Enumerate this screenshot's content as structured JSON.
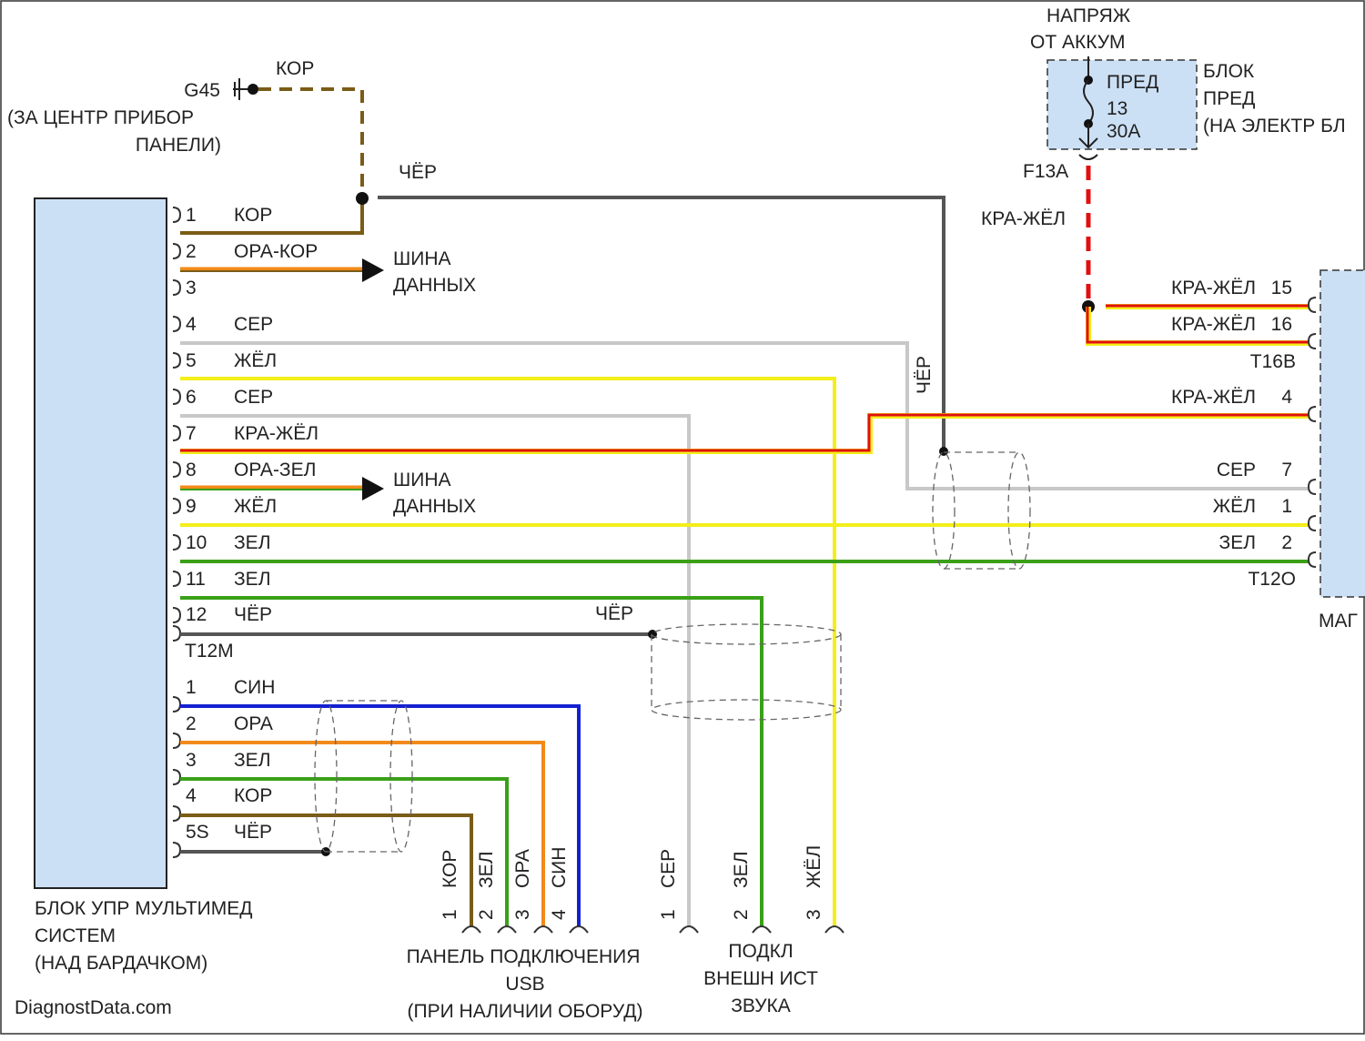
{
  "colors": {
    "module_fill": "#cce0f5",
    "kor": "#7a5c16",
    "ora": "#f28a1a",
    "sin": "#1420d0",
    "sil": "#9a9a9a",
    "sil_light": "#c8c8c8",
    "zel": "#3aa018",
    "yel": "#f4ee1a",
    "red": "#e01010",
    "cher": "#555555"
  },
  "ground": {
    "id": "G45",
    "wire": "КОР",
    "location": [
      "(ЗА ЦЕНТР ПРИБОР",
      "ПАНЕЛИ)"
    ]
  },
  "fuse": {
    "title": [
      "НАПРЯЖ",
      "ОТ АККУМ"
    ],
    "label": [
      "ПРЕД",
      "13",
      "30A"
    ],
    "block_title": [
      "БЛОК",
      "ПРЕД",
      "(НА ЭЛЕКТР БЛ"
    ],
    "terminal": "F13A",
    "wire": "КРА-ЖЁЛ"
  },
  "left_module": {
    "name": [
      "БЛОК УПР МУЛЬТИМЕД",
      "СИСТЕМ",
      "(НАД БАРДАЧКОМ)"
    ],
    "connector_a": "T12M",
    "pins_a": [
      {
        "pin": "1",
        "wire": "КОР"
      },
      {
        "pin": "2",
        "wire": "ОРА-КОР"
      },
      {
        "pin": "3",
        "wire": ""
      },
      {
        "pin": "4",
        "wire": "СЕР"
      },
      {
        "pin": "5",
        "wire": "ЖЁЛ"
      },
      {
        "pin": "6",
        "wire": "СЕР"
      },
      {
        "pin": "7",
        "wire": "КРА-ЖЁЛ"
      },
      {
        "pin": "8",
        "wire": "ОРА-ЗЕЛ"
      },
      {
        "pin": "9",
        "wire": "ЖЁЛ"
      },
      {
        "pin": "10",
        "wire": "ЗЕЛ"
      },
      {
        "pin": "11",
        "wire": "ЗЕЛ"
      },
      {
        "pin": "12",
        "wire": "ЧЁР"
      }
    ],
    "pins_b": [
      {
        "pin": "1",
        "wire": "СИН"
      },
      {
        "pin": "2",
        "wire": "ОРА"
      },
      {
        "pin": "3",
        "wire": "ЗЕЛ"
      },
      {
        "pin": "4",
        "wire": "КОР"
      },
      {
        "pin": "5S",
        "wire": "ЧЁР"
      }
    ]
  },
  "data_bus": "ШИНА ДАННЫХ",
  "shield_wire": "ЧЁР",
  "cher_vertical": "ЧЁР",
  "cher_12_label": "ЧЁР",
  "right_module": {
    "name": "МАГ",
    "connector_top": "T16B",
    "connector_bottom": "T12O",
    "pins": [
      {
        "wire": "КРА-ЖЁЛ",
        "pin": "15"
      },
      {
        "wire": "КРА-ЖЁЛ",
        "pin": "16"
      },
      {
        "wire": "КРА-ЖЁЛ",
        "pin": "4"
      },
      {
        "wire": "СЕР",
        "pin": "7"
      },
      {
        "wire": "ЖЁЛ",
        "pin": "1"
      },
      {
        "wire": "ЗЕЛ",
        "pin": "2"
      }
    ]
  },
  "usb_panel": {
    "name": [
      "ПАНЕЛЬ ПОДКЛЮЧЕНИЯ",
      "USB",
      "(ПРИ НАЛИЧИИ ОБОРУД)"
    ],
    "pins": [
      {
        "pin": "1",
        "wire": "КОР"
      },
      {
        "pin": "2",
        "wire": "ЗЕЛ"
      },
      {
        "pin": "3",
        "wire": "ОРА"
      },
      {
        "pin": "4",
        "wire": "СИН"
      }
    ]
  },
  "aux": {
    "name": [
      "ПОДКЛ",
      "ВНЕШН ИСТ",
      "ЗВУКА"
    ],
    "pins": [
      {
        "pin": "1",
        "wire": "СЕР"
      },
      {
        "pin": "2",
        "wire": "ЗЕЛ"
      },
      {
        "pin": "3",
        "wire": "ЖЁЛ"
      }
    ]
  },
  "watermark": "DiagnostData.com"
}
